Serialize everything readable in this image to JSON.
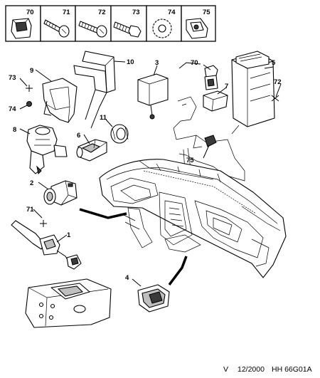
{
  "fastener_boxes": [
    {
      "ref": "70",
      "icon": "connector-clip-icon"
    },
    {
      "ref": "71",
      "icon": "screw-icon"
    },
    {
      "ref": "72",
      "icon": "screw-icon"
    },
    {
      "ref": "73",
      "icon": "bolt-icon"
    },
    {
      "ref": "74",
      "icon": "serrated-washer-icon"
    },
    {
      "ref": "75",
      "icon": "clip-nut-icon"
    }
  ],
  "callouts": {
    "c1": "1",
    "c2": "2",
    "c3": "3",
    "c4": "4",
    "c5": "5",
    "c6": "6",
    "c7": "7",
    "c8": "8",
    "c9": "9",
    "c10": "10",
    "c11": "11",
    "c70": "70",
    "c71": "71",
    "c72": "72",
    "c73": "73",
    "c74": "74",
    "c75": "75"
  },
  "footer": {
    "version": "V",
    "date": "12/2000",
    "ref": "HH 66G01A"
  }
}
